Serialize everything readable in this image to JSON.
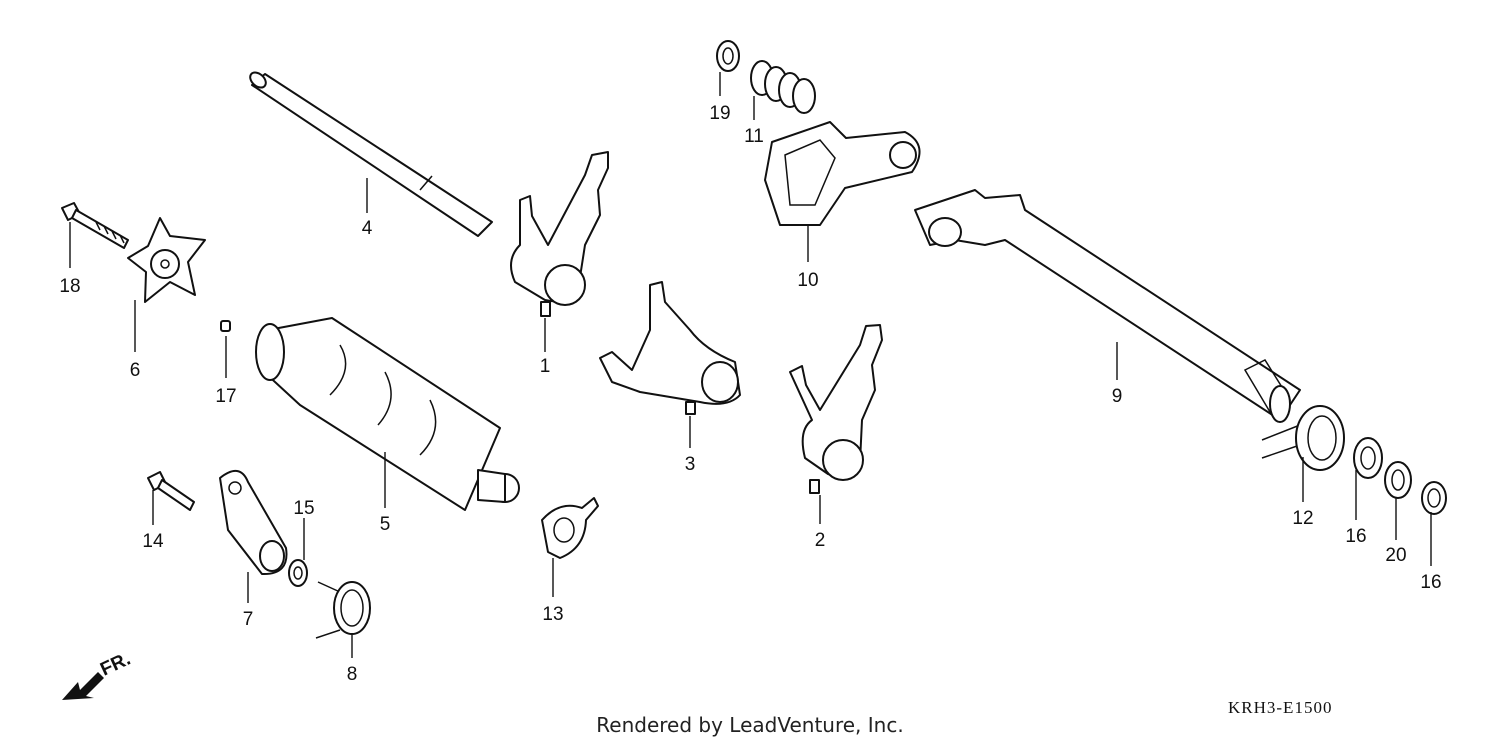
{
  "diagram": {
    "callouts": [
      "1",
      "2",
      "3",
      "4",
      "5",
      "6",
      "7",
      "8",
      "9",
      "10",
      "11",
      "12",
      "13",
      "14",
      "15",
      "16",
      "16",
      "17",
      "18",
      "19",
      "20"
    ],
    "direction_label": "FR.",
    "diagram_code": "KRH3-E1500",
    "footer": "Rendered by LeadVenture, Inc."
  }
}
